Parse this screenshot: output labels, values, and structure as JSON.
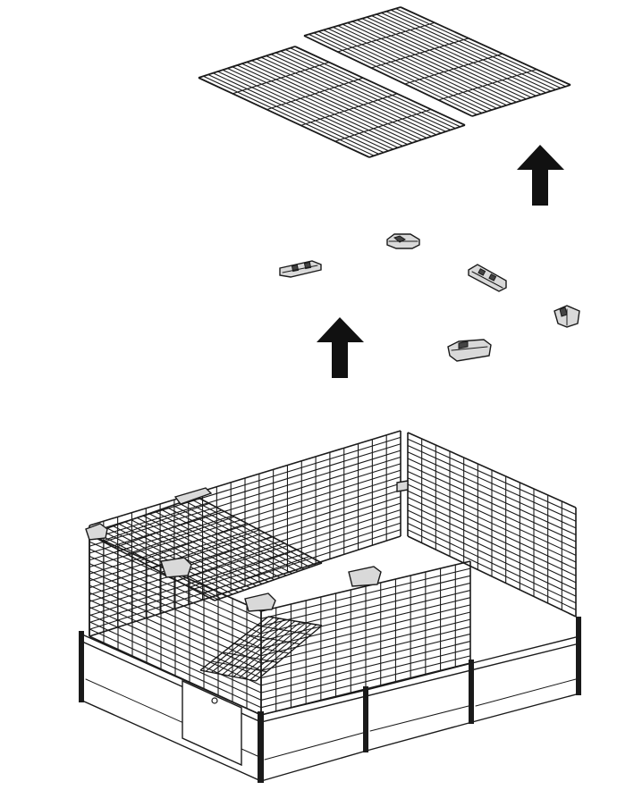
{
  "figure": {
    "title": "",
    "colors": {
      "line": "#1a1a1a",
      "background": "#ffffff",
      "clip_fill": "#d9d9d9"
    },
    "parts": {
      "roof_panels": 2,
      "connector_clips": 6,
      "lift_arrows": 2
    },
    "icons": [
      "up-arrow-icon"
    ]
  }
}
